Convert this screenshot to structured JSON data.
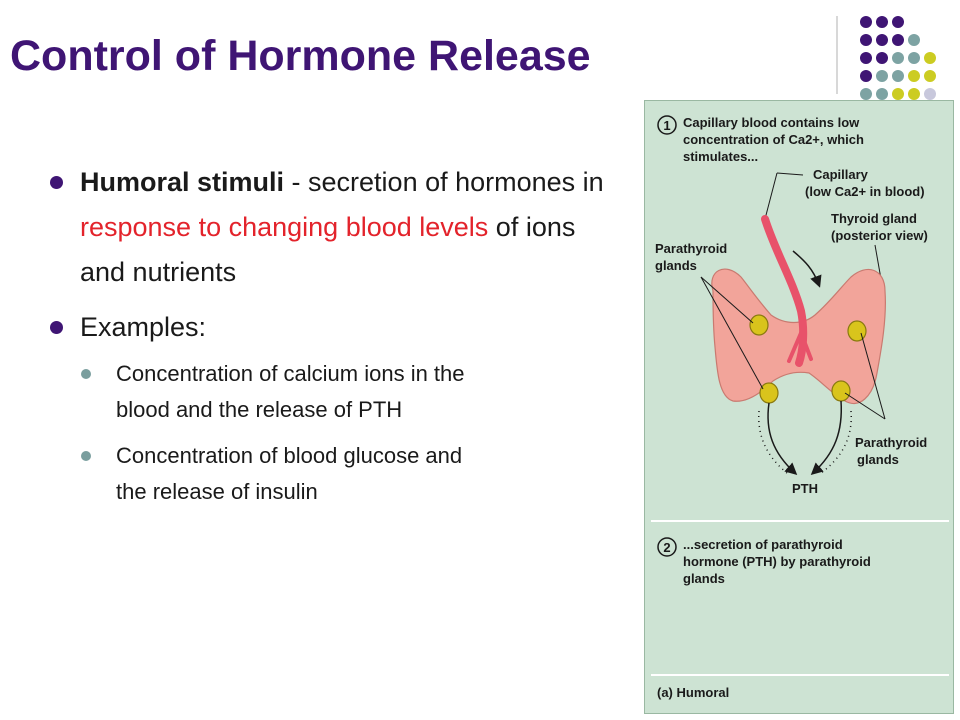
{
  "slide": {
    "title": "Control of Hormone Release",
    "bullets": [
      {
        "bold": "Humoral stimuli",
        "text_pre": " - secretion of hormones in ",
        "text_red": "response to changing blood levels",
        "text_post": " of ions and nutrients"
      },
      {
        "text": "Examples:"
      }
    ],
    "sub_bullets": [
      {
        "line1": "Concentration of calcium ions in the",
        "line2": "blood and the release of PTH"
      },
      {
        "line1": "Concentration of blood glucose and",
        "line2": "the release of insulin"
      }
    ]
  },
  "figure": {
    "step1_number": "1",
    "step1_line1": "Capillary blood contains low",
    "step1_line2": "concentration of Ca2+, which",
    "step1_line3": "stimulates...",
    "capillary_label1": "Capillary",
    "capillary_label2": "(low Ca2+ in blood)",
    "thyroid_label1": "Thyroid gland",
    "thyroid_label2": "(posterior view)",
    "parathyroid_left1": "Parathyroid",
    "parathyroid_left2": "glands",
    "parathyroid_right1": "Parathyroid",
    "parathyroid_right2": "glands",
    "pth_label": "PTH",
    "step2_number": "2",
    "step2_line1": "...secretion of parathyroid",
    "step2_line2": "hormone (PTH) by parathyroid",
    "step2_line3": "glands",
    "caption": "(a) Humoral"
  },
  "colors": {
    "title": "#3f1574",
    "red_text": "#e3232b",
    "figure_bg": "#cde3d3",
    "thyroid": "#f2a49a",
    "capillary": "#e8526a",
    "parathyroid": "#d9c41c"
  }
}
